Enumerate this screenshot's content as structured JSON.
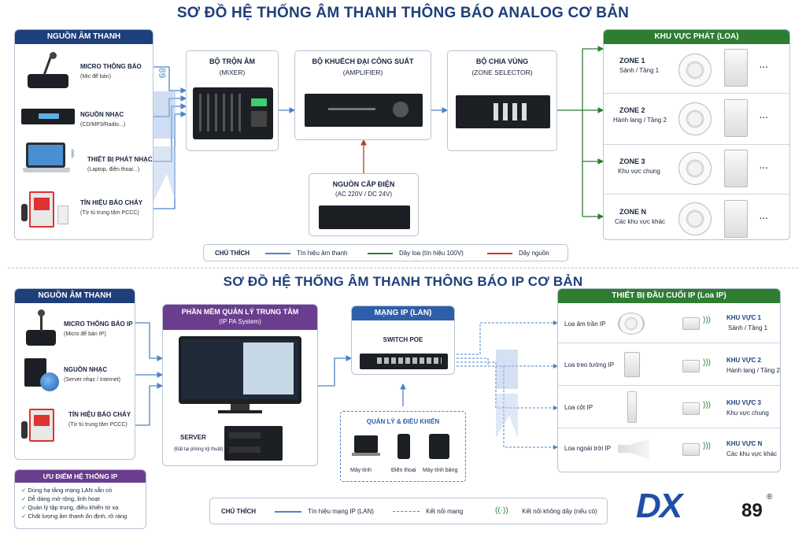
{
  "analog": {
    "title": "SƠ ĐỒ HỆ THỐNG ÂM THANH THÔNG BÁO ANALOG CƠ BẢN",
    "sources_title": "NGUỒN ÂM THANH",
    "sources": [
      {
        "name": "MICRO THÔNG BÁO",
        "desc": "(Mic để bàn)"
      },
      {
        "name": "NGUỒN NHẠC",
        "desc": "(CD/MP3/Radio...)"
      },
      {
        "name": "THIẾT BỊ PHÁT NHẠC",
        "desc": "(Laptop, điện thoại...)"
      },
      {
        "name": "TÍN HIỆU BÁO CHÁY",
        "desc": "(Từ tủ trung tâm PCCC)"
      }
    ],
    "mixer": {
      "name": "BỘ TRỘN ÂM",
      "desc": "(MIXER)"
    },
    "amplifier": {
      "name": "BỘ KHUẾCH ĐẠI CÔNG SUẤT",
      "desc": "(AMPLIFIER)"
    },
    "selector": {
      "name": "BỘ CHIA VÙNG",
      "desc": "(ZONE SELECTOR)"
    },
    "power": {
      "name": "NGUỒN CẤP ĐIỆN",
      "desc": "(AC 220V / DC 24V)"
    },
    "zones_title": "KHU VỰC PHÁT (LOA)",
    "zones": [
      {
        "name": "ZONE 1",
        "desc": "Sảnh / Tầng 1"
      },
      {
        "name": "ZONE 2",
        "desc": "Hành lang / Tầng 2"
      },
      {
        "name": "ZONE 3",
        "desc": "Khu vực chung"
      },
      {
        "name": "ZONE N",
        "desc": "Các khu vực khác"
      }
    ],
    "more": "...",
    "legend": {
      "title": "CHÚ THÍCH",
      "items": [
        "Tín hiệu âm thanh",
        "Dây loa (tín hiệu 100V)",
        "Dây nguồn"
      ]
    }
  },
  "ip": {
    "title": "SƠ ĐỒ HỆ THỐNG ÂM THANH THÔNG BÁO IP CƠ BẢN",
    "sources_title": "NGUỒN ÂM THANH",
    "sources": [
      {
        "name": "MICRO THÔNG BÁO IP",
        "desc": "(Micro để bàn IP)"
      },
      {
        "name": "NGUỒN NHẠC",
        "desc": "(Server nhạc / Internet)"
      },
      {
        "name": "TÍN HIỆU BÁO CHÁY",
        "desc": "(Từ tủ trung tâm PCCC)"
      }
    ],
    "software_title": "PHẦN MỀM QUẢN LÝ TRUNG TÂM",
    "software_sub": "(IP PA System)",
    "server": "SERVER",
    "server_sub": "(Đặt tại phòng kỹ thuật)",
    "network_title": "MẠNG IP (LAN)",
    "switch": "SWITCH POE",
    "control_title": "QUẢN LÝ & ĐIỀU KHIỂN",
    "control": [
      "Máy tính",
      "Điện thoại",
      "Máy tính bảng"
    ],
    "endpoints_title": "THIẾT BỊ ĐẦU CUỐI IP (Loa IP)",
    "endpoints": [
      {
        "type": "Loa âm trần IP",
        "zone": "KHU VỰC 1",
        "desc": "Sảnh / Tầng 1"
      },
      {
        "type": "Loa treo tường IP",
        "zone": "KHU VỰC 2",
        "desc": "Hành lang / Tầng 2"
      },
      {
        "type": "Loa cột IP",
        "zone": "KHU VỰC 3",
        "desc": "Khu vực chung"
      },
      {
        "type": "Loa ngoài trời IP",
        "zone": "KHU VỰC N",
        "desc": "Các khu vực khác"
      }
    ],
    "advantages_title": "ƯU ĐIỂM HỆ THỐNG IP",
    "advantages": [
      "Dùng hạ tầng mạng LAN sẵn có",
      "Dễ dàng mở rộng, linh hoạt",
      "Quản lý tập trung, điều khiển từ xa",
      "Chất lượng âm thanh ổn định, rõ ràng"
    ],
    "legend": {
      "title": "CHÚ THÍCH",
      "items": [
        "Tín hiệu mạng IP (LAN)",
        "Kết nối mạng",
        "Kết nối không dây (nếu có)"
      ]
    }
  },
  "brand": {
    "logo": "DX",
    "number": "89",
    "reg": "®"
  },
  "colors": {
    "navy": "#1f3f7a",
    "green": "#2e7d32",
    "purple": "#6b3d8f",
    "blue_line": "#4f83c9",
    "red_line": "#c0392b"
  }
}
